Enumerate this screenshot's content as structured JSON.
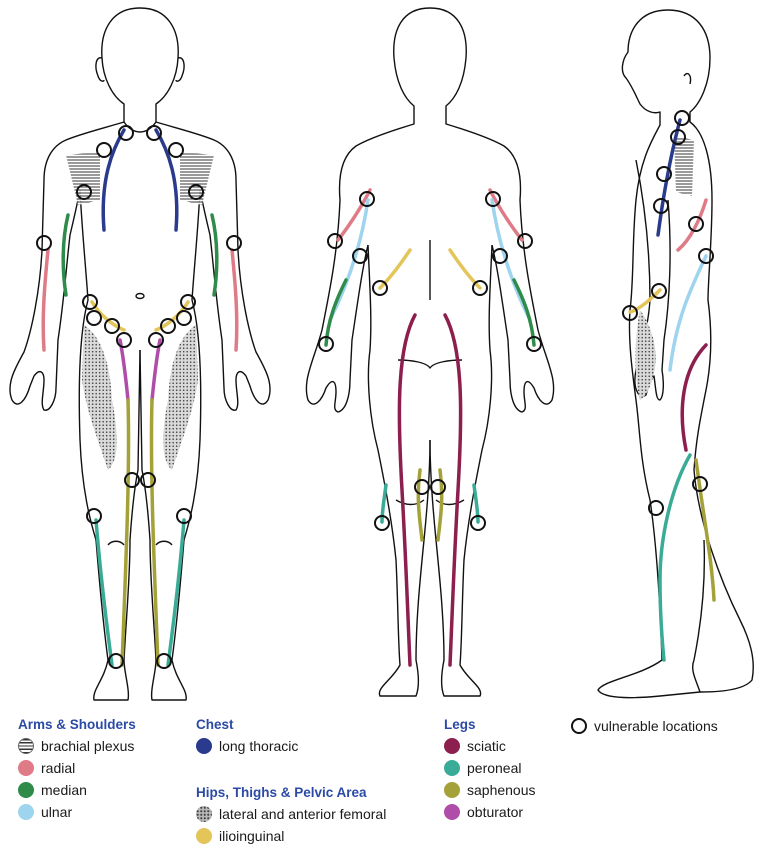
{
  "colors": {
    "brachial_plexus": "#333333",
    "radial": "#de7b86",
    "median": "#2e8b4a",
    "ulnar": "#9fd4ef",
    "long_thoracic": "#2a3a8c",
    "lateral_anterior_femoral": "#b8b8b8",
    "ilioinguinal": "#e3c55a",
    "sciatic": "#8c1f4e",
    "peroneal": "#3aab96",
    "saphenous": "#a3a138",
    "obturator": "#b04da8",
    "outline": "#111111"
  },
  "legend": {
    "arms_shoulders": {
      "title": "Arms & Shoulders",
      "items": [
        {
          "label": "brachial plexus",
          "style": "hatch",
          "color_key": "brachial_plexus"
        },
        {
          "label": "radial",
          "style": "solid",
          "color_key": "radial"
        },
        {
          "label": "median",
          "style": "solid",
          "color_key": "median"
        },
        {
          "label": "ulnar",
          "style": "solid",
          "color_key": "ulnar"
        }
      ]
    },
    "chest": {
      "title": "Chest",
      "items": [
        {
          "label": "long thoracic",
          "style": "solid",
          "color_key": "long_thoracic"
        }
      ]
    },
    "hips": {
      "title": "Hips, Thighs & Pelvic Area",
      "items": [
        {
          "label": "lateral and anterior femoral",
          "style": "dots",
          "color_key": "lateral_anterior_femoral"
        },
        {
          "label": "ilioinguinal",
          "style": "solid",
          "color_key": "ilioinguinal"
        }
      ]
    },
    "legs": {
      "title": "Legs",
      "items": [
        {
          "label": "sciatic",
          "style": "solid",
          "color_key": "sciatic"
        },
        {
          "label": "peroneal",
          "style": "solid",
          "color_key": "peroneal"
        },
        {
          "label": "saphenous",
          "style": "solid",
          "color_key": "saphenous"
        },
        {
          "label": "obturator",
          "style": "solid",
          "color_key": "obturator"
        }
      ]
    },
    "marker": {
      "label": "vulnerable locations",
      "style": "ring"
    }
  }
}
